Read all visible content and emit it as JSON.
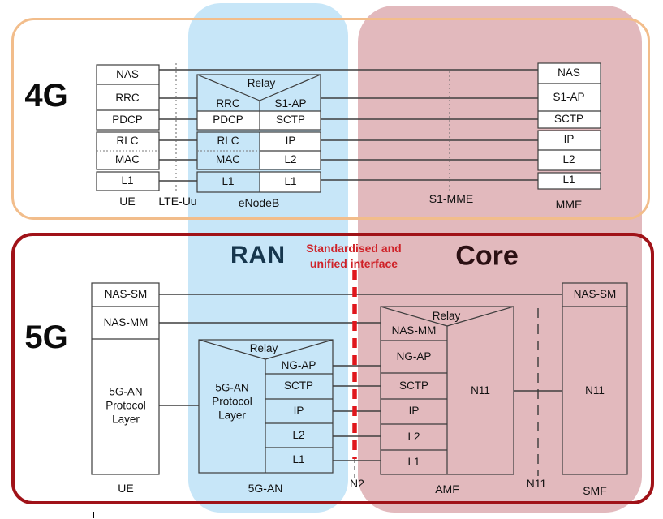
{
  "sections": {
    "top_title": "4G",
    "bottom_title": "5G"
  },
  "headers": {
    "ran": "RAN",
    "core": "Core",
    "note_line1": "Standardised and",
    "note_line2": "unified interface"
  },
  "lte": {
    "ue": {
      "label": "UE",
      "nas": "NAS",
      "rrc": "RRC",
      "pdcp": "PDCP",
      "rlc": "RLC",
      "mac": "MAC",
      "l1": "L1"
    },
    "enodeb": {
      "label": "eNodeB",
      "relay": "Relay",
      "rrc": "RRC",
      "s1ap": "S1-AP",
      "pdcp": "PDCP",
      "sctp": "SCTP",
      "rlc": "RLC",
      "ip": "IP",
      "mac": "MAC",
      "l2": "L2",
      "l1_left": "L1",
      "l1_right": "L1"
    },
    "mme": {
      "label": "MME",
      "nas": "NAS",
      "s1ap": "S1-AP",
      "sctp": "SCTP",
      "ip": "IP",
      "l2": "L2",
      "l1": "L1"
    },
    "interfaces": {
      "lte_uu": "LTE-Uu",
      "s1_mme": "S1-MME"
    }
  },
  "nr": {
    "ue": {
      "label": "UE",
      "nas_sm": "NAS-SM",
      "nas_mm": "NAS-MM",
      "an_line1": "5G-AN",
      "an_line2": "Protocol",
      "an_line3": "Layer"
    },
    "gnb": {
      "label": "5G-AN",
      "relay": "Relay",
      "an_line1": "5G-AN",
      "an_line2": "Protocol",
      "an_line3": "Layer",
      "ngap": "NG-AP",
      "sctp": "SCTP",
      "ip": "IP",
      "l2": "L2",
      "l1": "L1"
    },
    "amf": {
      "label": "AMF",
      "relay": "Relay",
      "nas_mm": "NAS-MM",
      "ngap": "NG-AP",
      "sctp": "SCTP",
      "ip": "IP",
      "l2": "L2",
      "l1": "L1",
      "n11": "N11"
    },
    "smf": {
      "label": "SMF",
      "nas_sm": "NAS-SM",
      "n11": "N11"
    },
    "interfaces": {
      "n2": "N2",
      "n11": "N11"
    }
  },
  "colors": {
    "ran_band": "#C7E6F8",
    "core_band": "#E2B9BD",
    "lte_frame": "#F2BD8B",
    "nr_frame": "#A01218",
    "accent_red": "#E0161C",
    "ran_title": "#16364D",
    "core_title": "#2B1013"
  }
}
